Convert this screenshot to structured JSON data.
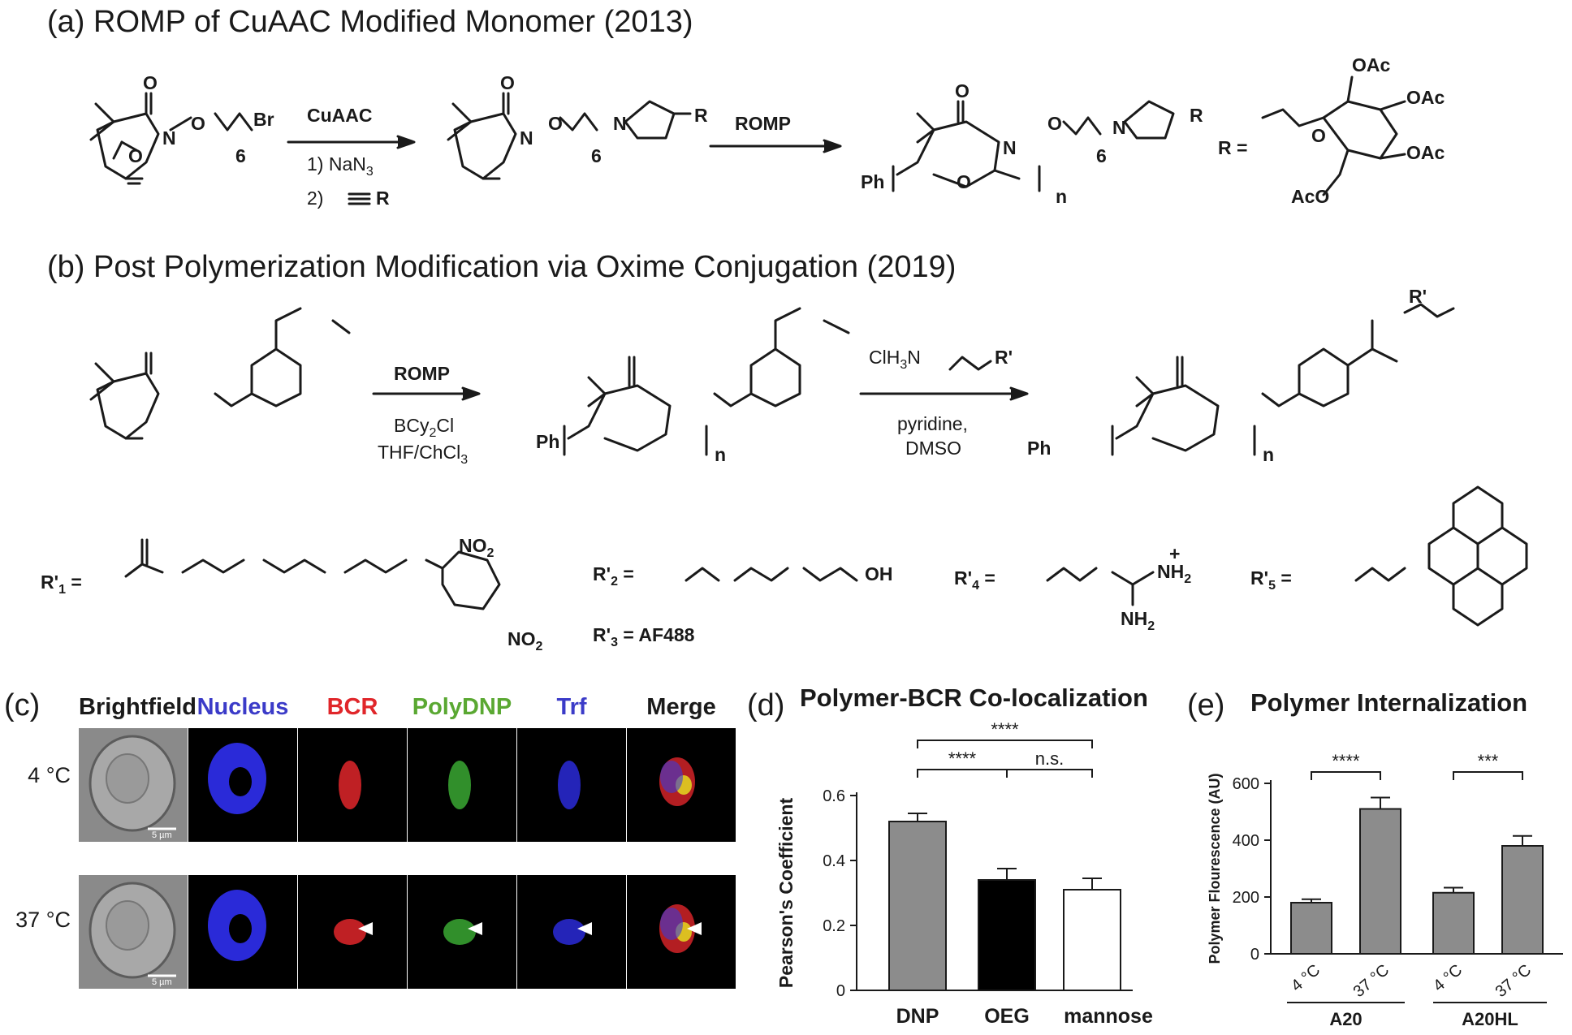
{
  "panel_a": {
    "label": "(a)",
    "title": "ROMP of CuAAC Modified Monomer (2013)",
    "arrow1_top": "CuAAC",
    "arrow1_step1": "1) NaN",
    "arrow1_step1_sub": "3",
    "arrow1_step2": "2)",
    "arrow1_step2_r": "R",
    "arrow2_top": "ROMP",
    "r_def": "R =",
    "atoms": {
      "o": "O",
      "n": "N",
      "br": "Br",
      "six": "6",
      "r": "R",
      "ph": "Ph",
      "n_sub": "n",
      "oac": "OAc",
      "aco": "AcO"
    }
  },
  "panel_b": {
    "label": "(b)",
    "title": "Post Polymerization Modification via Oxime Conjugation (2019)",
    "arrow1_top": "ROMP",
    "arrow1_bot1": "BCy",
    "arrow1_bot1_sub": "2",
    "arrow1_bot1_end": "Cl",
    "arrow1_bot2": "THF/ChCl",
    "arrow1_bot2_sub": "3",
    "arrow2_top_a": "ClH",
    "arrow2_top_sub": "3",
    "arrow2_top_b": "N",
    "arrow2_rprime": "R'",
    "arrow2_bot1": "pyridine,",
    "arrow2_bot2": "DMSO",
    "r1": "R'",
    "r1_sub": "1",
    "r2": "R'",
    "r2_sub": "2",
    "r3": "R'",
    "r3_sub": "3",
    "r3_value": "AF488",
    "r4": "R'",
    "r4_sub": "4",
    "r5": "R'",
    "r5_sub": "5",
    "eq": "=",
    "no2": "NO",
    "no2_sub": "2",
    "nh2": "NH",
    "nh2_sub": "2",
    "oh": "OH",
    "h": "H",
    "plus": "+"
  },
  "panel_c": {
    "label": "(c)",
    "columns": [
      {
        "label": "Brightfield",
        "color": "#1a1a1a"
      },
      {
        "label": "Nucleus",
        "color": "#3b3bc8"
      },
      {
        "label": "BCR",
        "color": "#e0262a"
      },
      {
        "label": "PolyDNP",
        "color": "#5aa832"
      },
      {
        "label": "Trf",
        "color": "#3b3bc8"
      },
      {
        "label": "Merge",
        "color": "#1a1a1a"
      }
    ],
    "rows": [
      "4 °C",
      "37 °C"
    ],
    "scale_bar": "5 µm"
  },
  "chart_d": {
    "label": "(d)",
    "type": "bar",
    "title": "Polymer-BCR Co-localization",
    "ylabel": "Pearson's Coefficient",
    "categories": [
      "DNP",
      "OEG",
      "mannose"
    ],
    "values": [
      0.52,
      0.34,
      0.31
    ],
    "errors": [
      0.025,
      0.035,
      0.035
    ],
    "colors": [
      "#8c8c8c",
      "#000000",
      "#ffffff"
    ],
    "ylim": [
      0,
      0.6
    ],
    "yticks": [
      "0",
      "0.2",
      "0.4",
      "0.6"
    ],
    "ytick_values": [
      0,
      0.2,
      0.4,
      0.6
    ],
    "significance": [
      {
        "from": 0,
        "to": 2,
        "label": "****",
        "y": 0.77
      },
      {
        "from": 0,
        "to": 1,
        "label": "****",
        "y": 0.68
      },
      {
        "from": 1,
        "to": 2,
        "label": "n.s.",
        "y": 0.68
      }
    ]
  },
  "chart_e": {
    "label": "(e)",
    "type": "bar",
    "title": "Polymer Internalization",
    "ylabel": "Polymer Flourescence (AU)",
    "categories": [
      "4 °C",
      "37 °C",
      "4 °C",
      "37 °C"
    ],
    "groups": [
      "A20",
      "A20HL"
    ],
    "values": [
      180,
      510,
      215,
      380
    ],
    "errors": [
      12,
      40,
      18,
      35
    ],
    "ylim": [
      0,
      600
    ],
    "yticks": [
      "0",
      "200",
      "400",
      "600"
    ],
    "ytick_values": [
      0,
      200,
      400,
      600
    ],
    "significance": [
      {
        "from": 0,
        "to": 1,
        "label": "****",
        "y": 640
      },
      {
        "from": 2,
        "to": 3,
        "label": "***",
        "y": 640
      }
    ]
  }
}
